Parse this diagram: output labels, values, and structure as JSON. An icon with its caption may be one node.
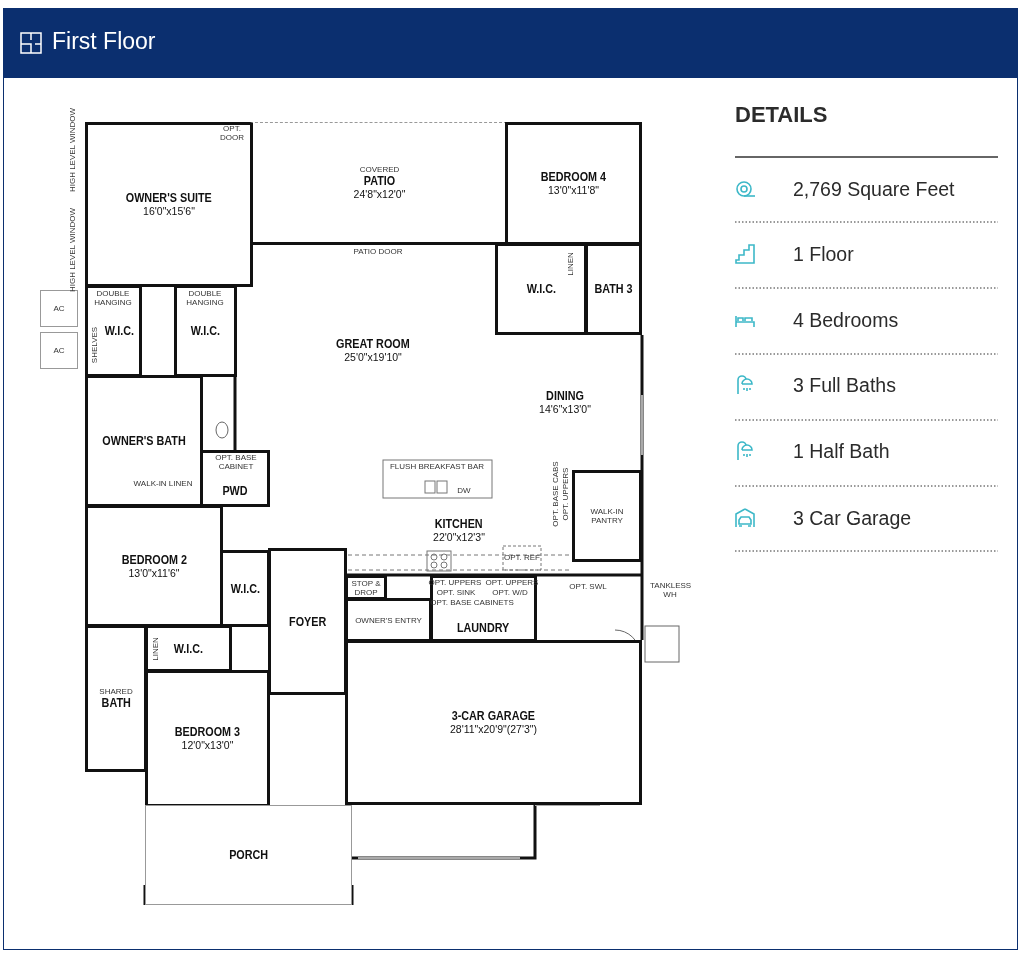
{
  "diagram": {
    "title": "First Floor",
    "nodes": [
      {
        "text": [
          "OWNER'S SUITE",
          "16'0\"x15'6\""
        ]
      },
      {
        "text": [
          "COVERED",
          "PATIO",
          "24'8\"x12'0\""
        ]
      },
      {
        "text": [
          "BEDROOM 4",
          "13'0\"x11'8\""
        ]
      },
      {
        "text": [
          "W.I.C."
        ]
      },
      {
        "text": [
          "W.I.C."
        ]
      },
      {
        "text": [
          "GREAT ROOM",
          "25'0\"x19'10\""
        ]
      },
      {
        "text": [
          "W.I.C."
        ]
      },
      {
        "text": [
          "BATH 3"
        ]
      },
      {
        "text": [
          "OWNER'S BATH"
        ]
      },
      {
        "text": [
          "DINING",
          "14'6\"x13'0\""
        ]
      },
      {
        "text": [
          "PWD"
        ]
      },
      {
        "text": [
          "KITCHEN",
          "22'0\"x12'3\""
        ]
      },
      {
        "text": [
          "WALK-IN PANTRY"
        ]
      },
      {
        "text": [
          "BEDROOM 2",
          "13'0\"x11'6\""
        ]
      },
      {
        "text": [
          "W.I.C."
        ]
      },
      {
        "text": [
          "FOYER"
        ]
      },
      {
        "text": [
          "STOP & DROP"
        ]
      },
      {
        "text": [
          "OWNER'S ENTRY"
        ]
      },
      {
        "text": [
          "LAUNDRY"
        ]
      },
      {
        "text": [
          "SHARED",
          "BATH"
        ]
      },
      {
        "text": [
          "W.I.C."
        ]
      },
      {
        "text": [
          "3-CAR GARAGE",
          "28'11\"x20'9\"(27'3\")"
        ]
      },
      {
        "text": [
          "BEDROOM 3",
          "12'0\"x13'0\""
        ]
      },
      {
        "text": [
          "PORCH"
        ]
      },
      {
        "text": [
          "AC"
        ]
      },
      {
        "text": [
          "AC"
        ]
      }
    ],
    "labels": [
      "OPT. DOOR",
      "HIGH LEVEL WINDOW",
      "HIGH LEVEL WINDOW",
      "DOUBLE HANGING",
      "DOUBLE HANGING",
      "SHELVES",
      "PATIO DOOR",
      "LINEN",
      "WALK-IN LINEN",
      "OPT. BASE CABINET",
      "FLUSH BREAKFAST BAR",
      "DW",
      "OPT. BASE CABS",
      "OPT. UPPERS",
      "OPT. REF",
      "OPT. UPPERS",
      "OPT. UPPERS",
      "OPT. SINK",
      "OPT. BASE CABINETS",
      "OPT. W/D",
      "OPT. SWL",
      "TANKLESS WH",
      "LINEN",
      "DETAILS",
      "2,769 Square Feet",
      "1 Floor",
      "4 Bedrooms",
      "3 Full Baths",
      "1 Half Bath",
      "3 Car Garage"
    ]
  }
}
